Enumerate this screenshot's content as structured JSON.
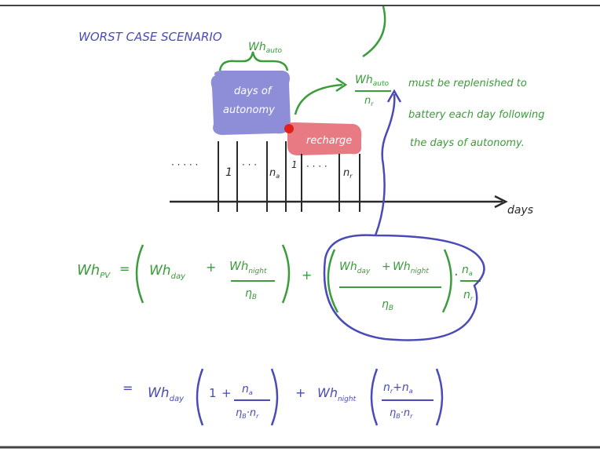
{
  "colors": {
    "ink_green": "#3a9c3a",
    "ink_blue": "#4a4ab8",
    "ink_black": "#2a2a2a",
    "autonomy_fill": "#8e8ed8",
    "recharge_fill": "#e87a84",
    "dot_red": "#e0201c",
    "frame": "#444444"
  },
  "heading": "WORST CASE SCENARIO",
  "diagram": {
    "bracket_label": "Wh",
    "bracket_sub": "auto",
    "autonomy_box": "days of autonomy",
    "recharge_box": "recharge",
    "slot_1": "1",
    "slot_na": "n",
    "slot_na_sub": "a",
    "slot_r1": "1",
    "slot_nr": "n",
    "slot_nr_sub": "r",
    "dots_left": "· · · · ·",
    "dots_mid": "· · ·",
    "dots_right": "· · · ·",
    "axis_label": "days"
  },
  "note": {
    "frac_num": "Wh",
    "frac_num_sub": "auto",
    "frac_den": "n",
    "frac_den_sub": "r",
    "line1": "must be replenished to",
    "line2": "battery each day following",
    "line3": "the days of autonomy."
  },
  "eq1": {
    "lhs": "Wh",
    "lhs_sub": "PV",
    "equals": "=",
    "a_wh": "Wh",
    "a_sub": "day",
    "plus1": "+",
    "b_num": "Wh",
    "b_num_sub": "night",
    "b_den": "η",
    "b_den_sub": "B",
    "plus2": "+",
    "c_num1": "Wh",
    "c_num1_sub": "day",
    "c_plus": "+",
    "c_num2": "Wh",
    "c_num2_sub": "night",
    "c_den": "η",
    "c_den_sub": "B",
    "dot": "·",
    "d_num": "n",
    "d_num_sub": "a",
    "d_den": "n",
    "d_den_sub": "r"
  },
  "eq2": {
    "equals": "=",
    "wh1": "Wh",
    "wh1_sub": "day",
    "one": "1",
    "plus_a": "+",
    "f1_num": "n",
    "f1_num_sub": "a",
    "f1_den": "η",
    "f1_den_sub": "B",
    "f1_den_dot": "·",
    "f1_den_n": "n",
    "f1_den_n_sub": "r",
    "plus_b": "+",
    "wh2": "Wh",
    "wh2_sub": "night",
    "f2_num_a": "n",
    "f2_num_a_sub": "r",
    "f2_plus": "+",
    "f2_num_b": "n",
    "f2_num_b_sub": "a",
    "f2_den": "η",
    "f2_den_sub": "B",
    "f2_den_dot": "·",
    "f2_den_n": "n",
    "f2_den_n_sub": "r"
  }
}
